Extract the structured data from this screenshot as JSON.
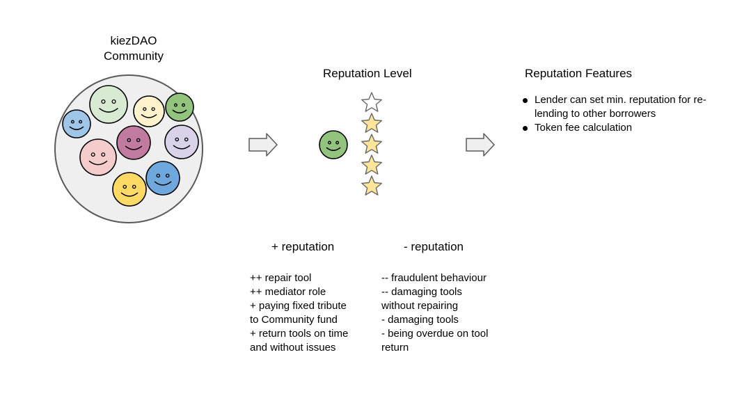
{
  "community": {
    "title_line1": "kiezDAO",
    "title_line2": "Community",
    "member_colors": [
      "#9fc5e8",
      "#d9ead3",
      "#fff2cc",
      "#93c47d",
      "#f4cccc",
      "#c27ba0",
      "#d9d2e9",
      "#ffd966",
      "#6fa8dc"
    ]
  },
  "reputation_level": {
    "title": "Reputation Level",
    "member_color": "#93c47d",
    "stars_total": 5,
    "stars_filled": 4,
    "star_color": "#ffe599"
  },
  "features": {
    "title": "Reputation Features",
    "items": [
      "Lender can set min. reputation for re-lending to other borrowers",
      "Token fee calculation"
    ]
  },
  "positive": {
    "title": "+ reputation",
    "lines": [
      "++ repair tool",
      "++ mediator role",
      "+ paying fixed tribute",
      "to Community fund",
      "+ return tools on time",
      "and without issues"
    ]
  },
  "negative": {
    "title": "- reputation",
    "lines": [
      "-- fraudulent behaviour",
      "-- damaging tools",
      "without repairing",
      "- damaging tools",
      "- being overdue on tool",
      "return"
    ]
  }
}
